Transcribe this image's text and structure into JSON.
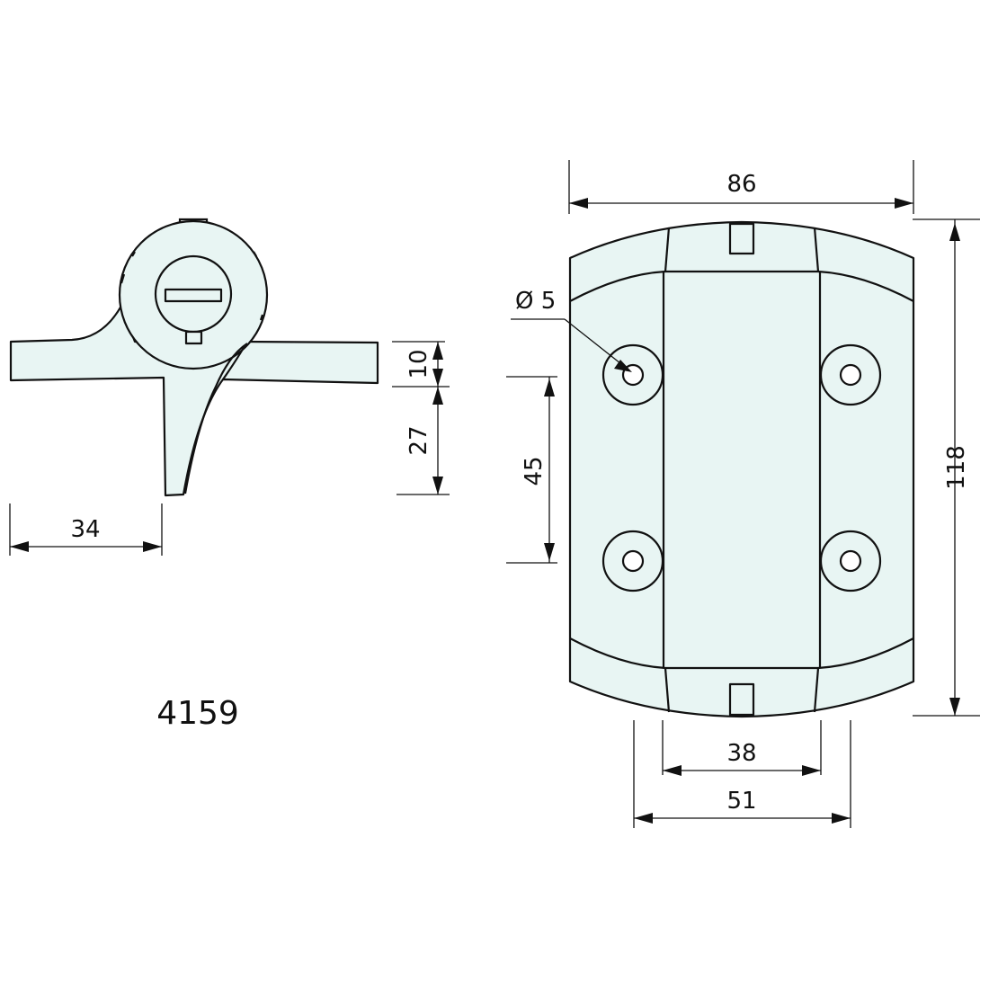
{
  "drawing": {
    "part_number": "4159",
    "fill_color": "#e8f5f3",
    "line_color": "#111111",
    "side_view": {
      "dimensions": {
        "arm_thickness": "10",
        "leg_height": "27",
        "left_arm_length": "34"
      }
    },
    "front_view": {
      "dimensions": {
        "overall_width": "86",
        "overall_height": "118",
        "hole_spacing": "45",
        "hole_diameter": "Ø 5",
        "inner_width": "38",
        "outer_band_width": "51"
      }
    }
  }
}
